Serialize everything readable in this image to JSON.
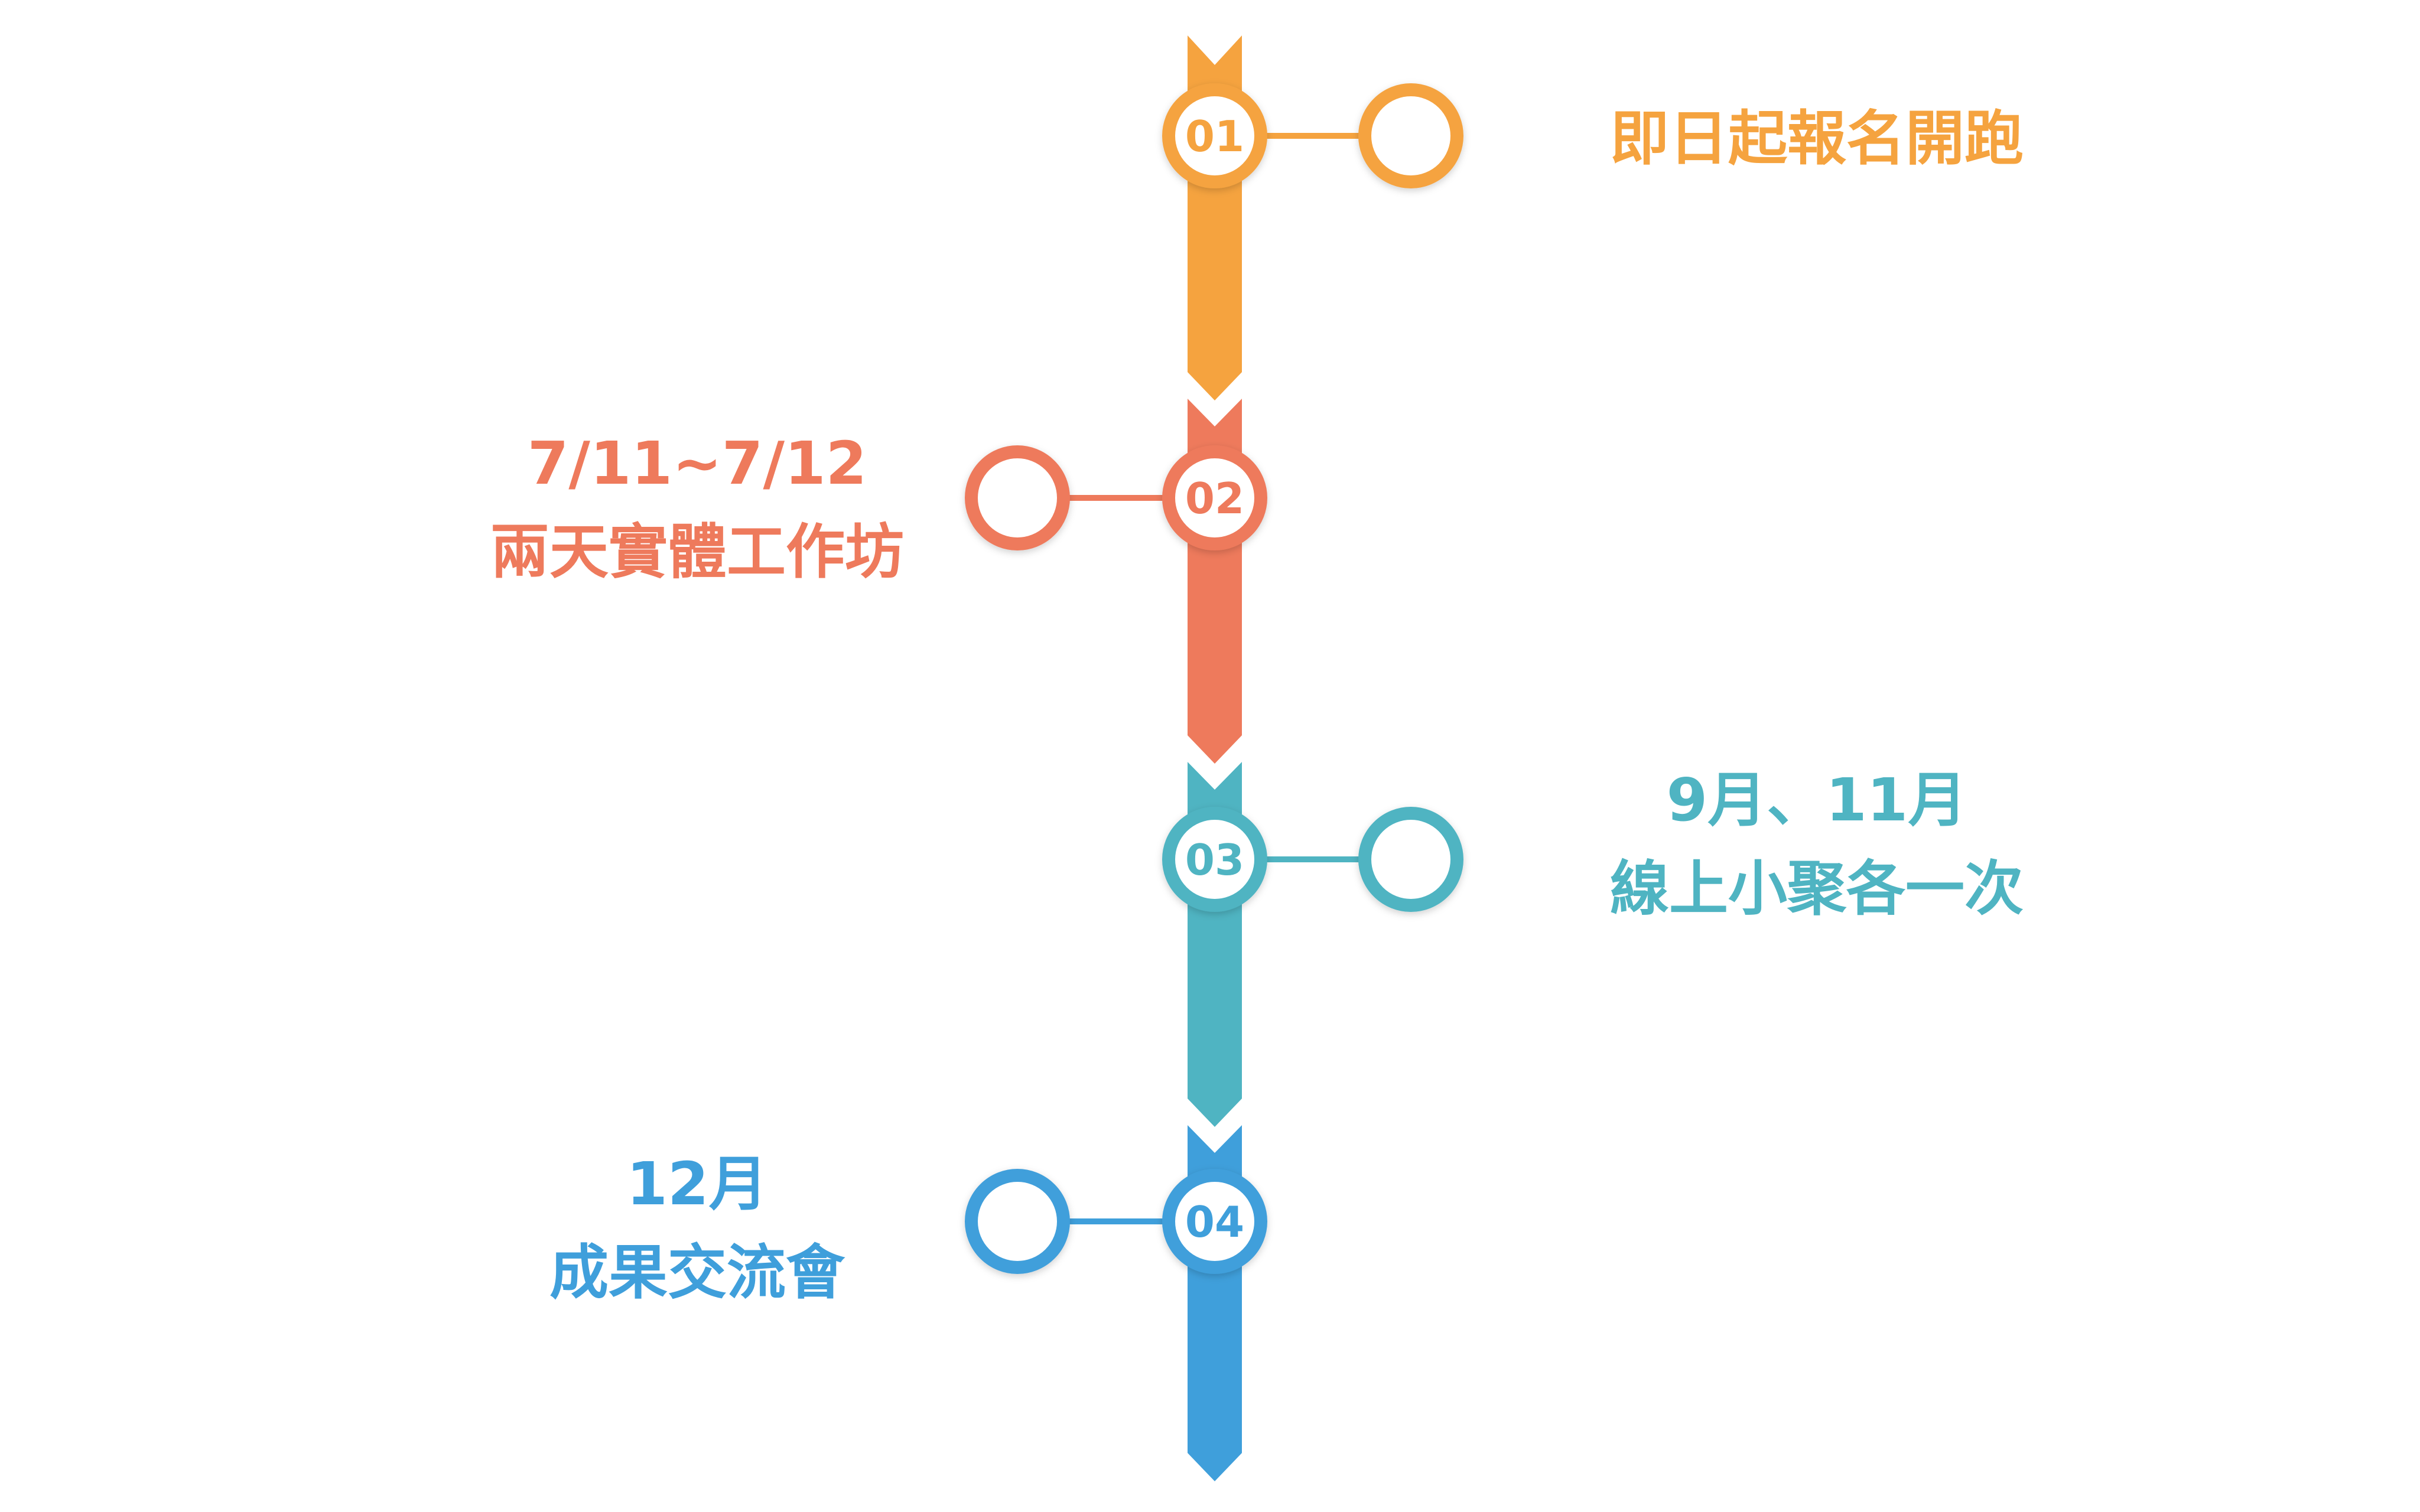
{
  "steps": [
    {
      "number": "01",
      "lines": [
        "即日起報名開跑"
      ],
      "color": "#f5a33f",
      "side": "right"
    },
    {
      "number": "02",
      "lines": [
        "7/11~7/12",
        "兩天實體工作坊"
      ],
      "color": "#ee7a5c",
      "side": "left"
    },
    {
      "number": "03",
      "lines": [
        "9月、11月",
        "線上小聚各一次"
      ],
      "color": "#4fb4c2",
      "side": "right"
    },
    {
      "number": "04",
      "lines": [
        "12月",
        "成果交流會"
      ],
      "color": "#3f9fdb",
      "side": "left"
    }
  ]
}
